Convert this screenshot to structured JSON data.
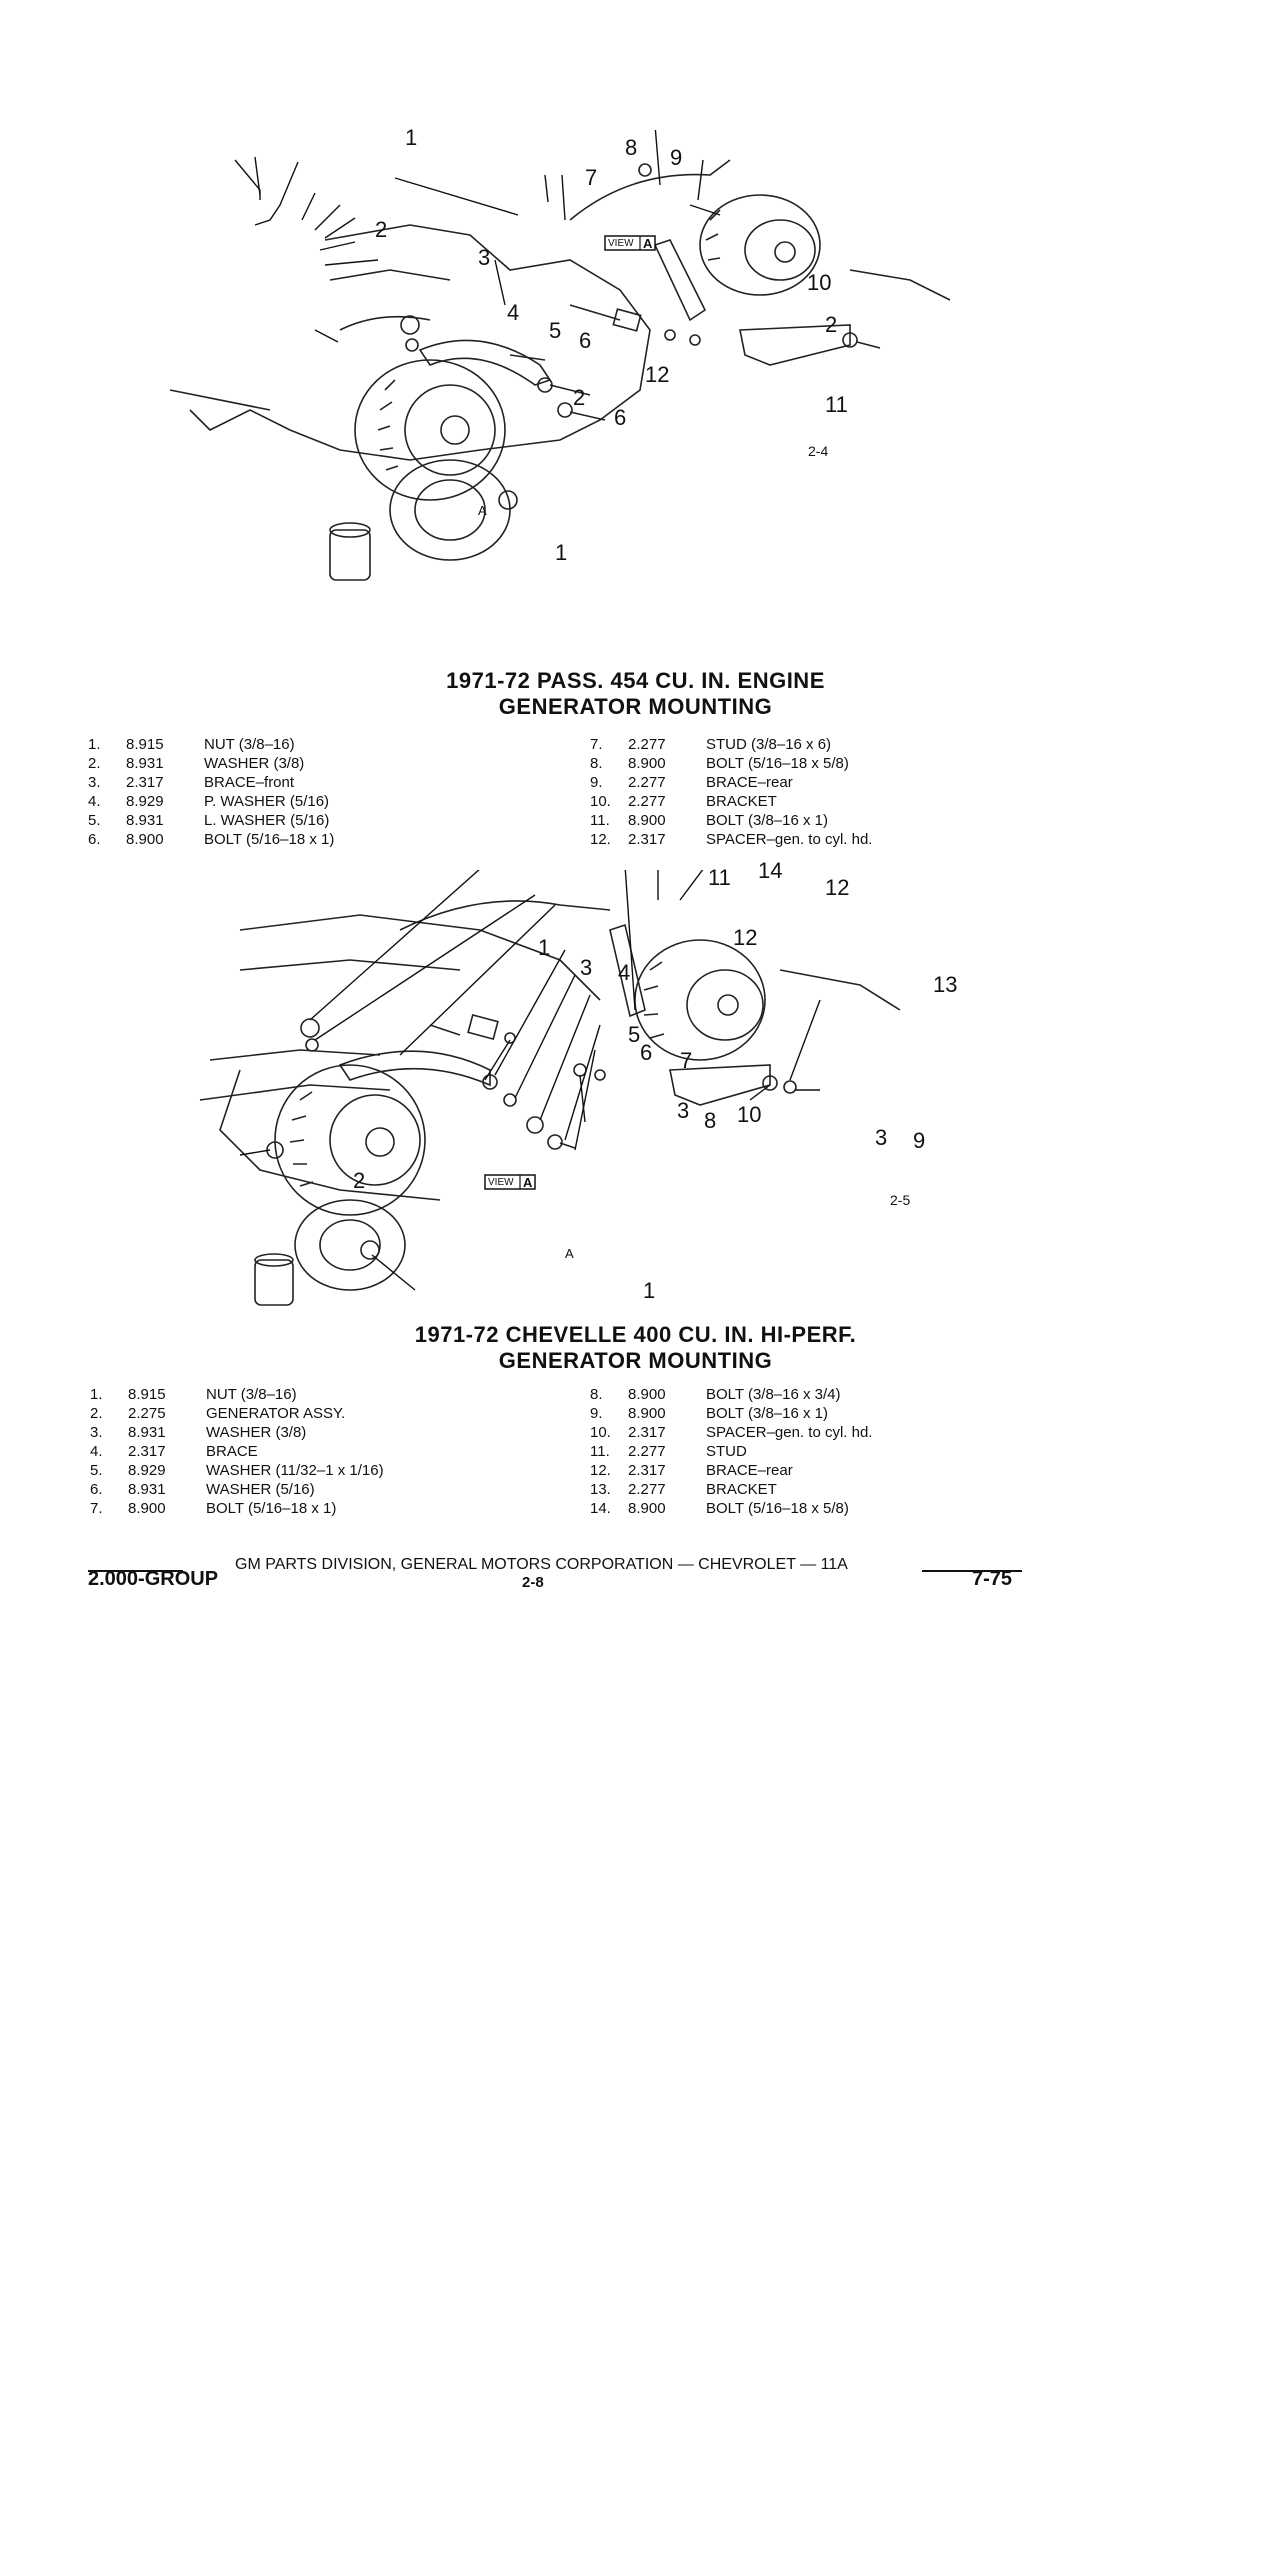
{
  "figure1": {
    "callouts": [
      "1",
      "1",
      "2",
      "2",
      "2",
      "3",
      "4",
      "5",
      "6",
      "6",
      "7",
      "8",
      "9",
      "10",
      "11",
      "12"
    ],
    "view_label": "VIEW",
    "view_letter": "A",
    "arrow_letter": "A",
    "fig_number": "2-4"
  },
  "section1": {
    "title_line1": "1971-72 PASS. 454 CU. IN. ENGINE",
    "title_line2": "GENERATOR MOUNTING",
    "left_items": [
      {
        "num": "1.",
        "code": "8.915",
        "desc": "NUT (3/8–16)"
      },
      {
        "num": "2.",
        "code": "8.931",
        "desc": "WASHER (3/8)"
      },
      {
        "num": "3.",
        "code": "2.317",
        "desc": "BRACE–front"
      },
      {
        "num": "4.",
        "code": "8.929",
        "desc": "P. WASHER (5/16)"
      },
      {
        "num": "5.",
        "code": "8.931",
        "desc": "L. WASHER (5/16)"
      },
      {
        "num": "6.",
        "code": "8.900",
        "desc": "BOLT (5/16–18 x 1)"
      }
    ],
    "right_items": [
      {
        "num": "7.",
        "code": "2.277",
        "desc": "STUD (3/8–16 x 6)"
      },
      {
        "num": "8.",
        "code": "8.900",
        "desc": "BOLT (5/16–18 x 5/8)"
      },
      {
        "num": "9.",
        "code": "2.277",
        "desc": "BRACE–rear"
      },
      {
        "num": "10.",
        "code": "2.277",
        "desc": "BRACKET"
      },
      {
        "num": "11.",
        "code": "8.900",
        "desc": "BOLT (3/8–16 x 1)"
      },
      {
        "num": "12.",
        "code": "2.317",
        "desc": "SPACER–gen. to cyl. hd."
      }
    ]
  },
  "figure2": {
    "callouts": [
      "1",
      "1",
      "2",
      "3",
      "3",
      "3",
      "4",
      "5",
      "6",
      "7",
      "8",
      "9",
      "10",
      "11",
      "12",
      "12",
      "13",
      "14"
    ],
    "view_label": "VIEW",
    "view_letter": "A",
    "arrow_letter": "A",
    "fig_number": "2-5"
  },
  "section2": {
    "title_line1": "1971-72 CHEVELLE 400 CU. IN. HI-PERF.",
    "title_line2": "GENERATOR MOUNTING",
    "left_items": [
      {
        "num": "1.",
        "code": "8.915",
        "desc": "NUT (3/8–16)"
      },
      {
        "num": "2.",
        "code": "2.275",
        "desc": "GENERATOR ASSY."
      },
      {
        "num": "3.",
        "code": "8.931",
        "desc": "WASHER (3/8)"
      },
      {
        "num": "4.",
        "code": "2.317",
        "desc": "BRACE"
      },
      {
        "num": "5.",
        "code": "8.929",
        "desc": "WASHER (11/32–1 x 1/16)"
      },
      {
        "num": "6.",
        "code": "8.931",
        "desc": "WASHER (5/16)"
      },
      {
        "num": "7.",
        "code": "8.900",
        "desc": "BOLT (5/16–18 x 1)"
      }
    ],
    "right_items": [
      {
        "num": "8.",
        "code": "8.900",
        "desc": "BOLT (3/8–16 x 3/4)"
      },
      {
        "num": "9.",
        "code": "8.900",
        "desc": "BOLT (3/8–16 x 1)"
      },
      {
        "num": "10.",
        "code": "2.317",
        "desc": "SPACER–gen. to cyl. hd."
      },
      {
        "num": "11.",
        "code": "2.277",
        "desc": "STUD"
      },
      {
        "num": "12.",
        "code": "2.317",
        "desc": "BRACE–rear"
      },
      {
        "num": "13.",
        "code": "2.277",
        "desc": "BRACKET"
      },
      {
        "num": "14.",
        "code": "8.900",
        "desc": "BOLT (5/16–18 x 5/8)"
      }
    ]
  },
  "footer": {
    "division_text": "GM PARTS DIVISION, GENERAL MOTORS CORPORATION — CHEVROLET — 11A",
    "group": "2.000-GROUP",
    "page": "2-8",
    "date": "7-75"
  }
}
